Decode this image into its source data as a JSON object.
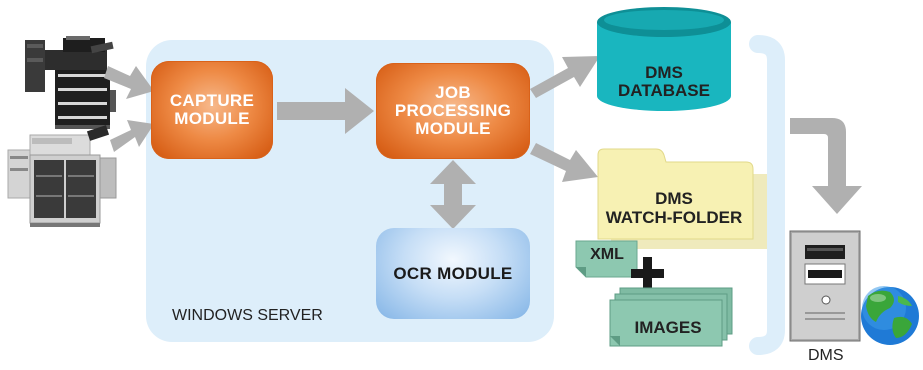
{
  "server": {
    "label": "WINDOWS SERVER"
  },
  "modules": {
    "capture": {
      "line1": "CAPTURE",
      "line2": "MODULE"
    },
    "job": {
      "line1": "JOB",
      "line2": "PROCESSING",
      "line3": "MODULE"
    },
    "ocr": {
      "label": "OCR MODULE"
    }
  },
  "database": {
    "line1": "DMS",
    "line2": "DATABASE"
  },
  "watch_folder": {
    "line1": "DMS",
    "line2": "WATCH-FOLDER"
  },
  "xml": {
    "label": "XML"
  },
  "images": {
    "label": "IMAGES"
  },
  "dms_server": {
    "label": "DMS"
  },
  "colors": {
    "server_bg": "#ddeefa",
    "module_orange": "#e8792f",
    "ocr_blue": "#9cc5ec",
    "database_teal": "#18b9c2",
    "folder_yellow": "#f7f1b3",
    "doc_green": "#89c7ae",
    "arrow_gray": "#b0b0b0",
    "bracket_blue": "#ddeefa"
  }
}
